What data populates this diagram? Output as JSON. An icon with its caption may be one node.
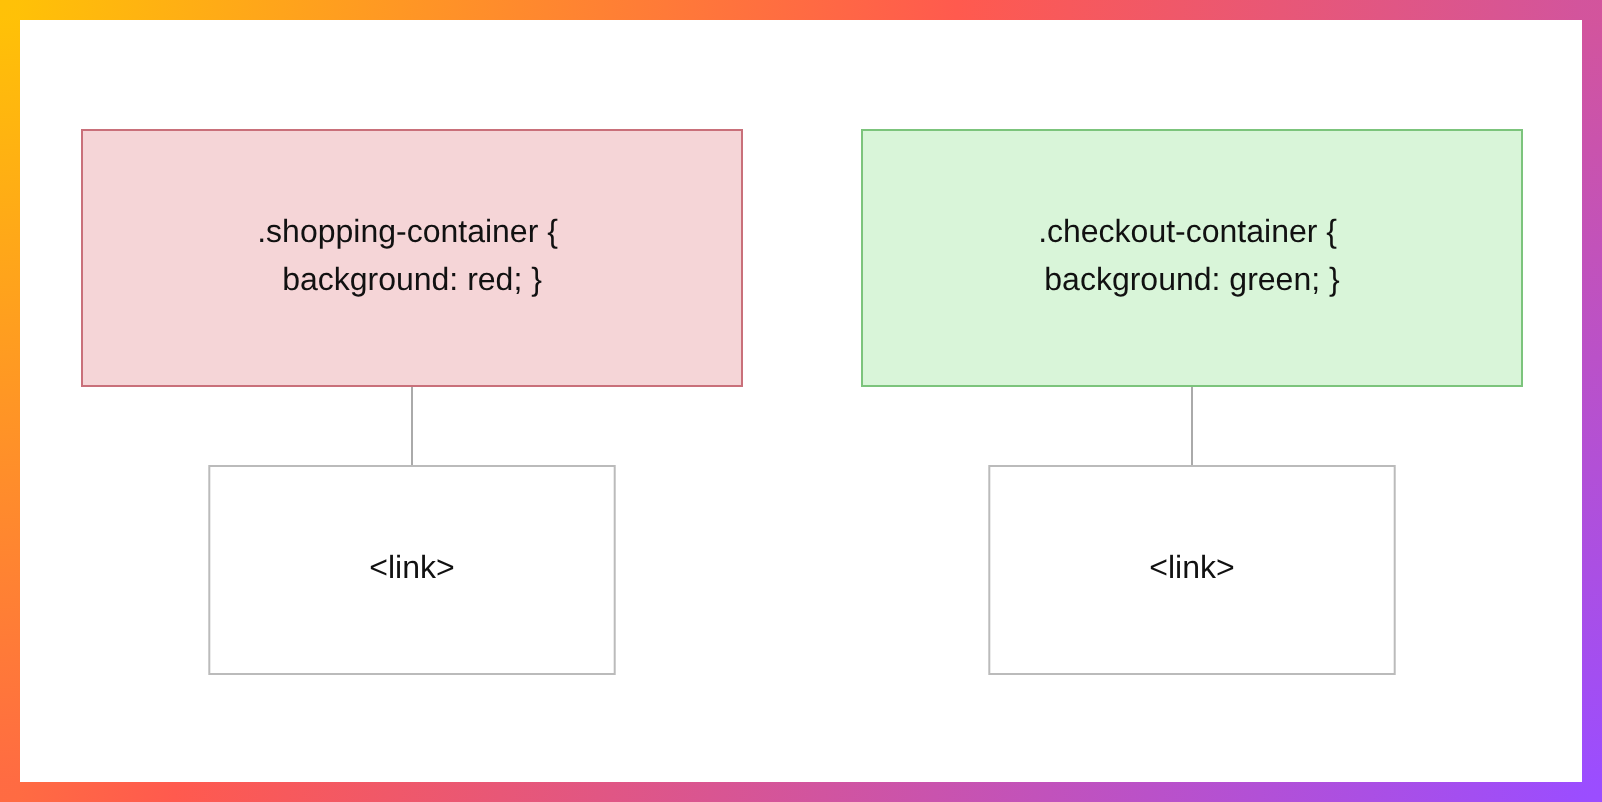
{
  "diagram": {
    "nodes": [
      {
        "text": [
          ".shopping-container { background: red; }"
        ]
      },
      {
        "text": [
          ".checkout-container { background: green; }"
        ]
      },
      {
        "text": [
          "<link>"
        ]
      },
      {
        "text": [
          "<link>"
        ]
      }
    ],
    "edges": [
      {
        "from": 0,
        "to": 2,
        "arrow": "none"
      },
      {
        "from": 1,
        "to": 3,
        "arrow": "none"
      }
    ]
  }
}
